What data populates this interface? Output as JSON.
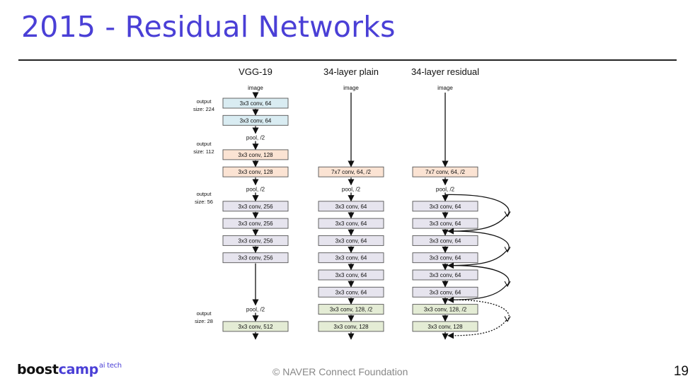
{
  "slide": {
    "title": "2015 - Residual Networks",
    "page_number": "19"
  },
  "footer": {
    "logo_main": "boost",
    "logo_accent": "camp",
    "logo_sup": "ai tech",
    "credit": "© NAVER Connect Foundation"
  },
  "diagram": {
    "colors": {
      "conv64": "#d9ecf2",
      "conv128": "#fbe3d3",
      "conv256": "#e6e4ee",
      "conv512": "#e4ecd5",
      "box_border": "#555555",
      "arrow": "#111111"
    },
    "columns": {
      "vgg": {
        "header": "VGG-19",
        "input": "image",
        "items": [
          {
            "kind": "box",
            "label": "3x3 conv, 64",
            "color": "conv64"
          },
          {
            "kind": "box",
            "label": "3x3 conv, 64",
            "color": "conv64"
          },
          {
            "kind": "text",
            "label": "pool, /2"
          },
          {
            "kind": "box",
            "label": "3x3 conv, 128",
            "color": "conv128"
          },
          {
            "kind": "box",
            "label": "3x3 conv, 128",
            "color": "conv128"
          },
          {
            "kind": "text",
            "label": "pool, /2"
          },
          {
            "kind": "box",
            "label": "3x3 conv, 256",
            "color": "conv256"
          },
          {
            "kind": "box",
            "label": "3x3 conv, 256",
            "color": "conv256"
          },
          {
            "kind": "box",
            "label": "3x3 conv, 256",
            "color": "conv256"
          },
          {
            "kind": "box",
            "label": "3x3 conv, 256",
            "color": "conv256"
          },
          {
            "kind": "text",
            "label": "pool, /2"
          },
          {
            "kind": "box",
            "label": "3x3 conv, 512",
            "color": "conv512"
          }
        ]
      },
      "plain": {
        "header": "34-layer plain",
        "input": "image",
        "items": [
          {
            "kind": "box",
            "label": "7x7 conv, 64, /2",
            "color": "conv128"
          },
          {
            "kind": "text",
            "label": "pool, /2"
          },
          {
            "kind": "box",
            "label": "3x3 conv, 64",
            "color": "conv256"
          },
          {
            "kind": "box",
            "label": "3x3 conv, 64",
            "color": "conv256"
          },
          {
            "kind": "box",
            "label": "3x3 conv, 64",
            "color": "conv256"
          },
          {
            "kind": "box",
            "label": "3x3 conv, 64",
            "color": "conv256"
          },
          {
            "kind": "box",
            "label": "3x3 conv, 64",
            "color": "conv256"
          },
          {
            "kind": "box",
            "label": "3x3 conv, 64",
            "color": "conv256"
          },
          {
            "kind": "box",
            "label": "3x3 conv, 128, /2",
            "color": "conv512"
          },
          {
            "kind": "box",
            "label": "3x3 conv, 128",
            "color": "conv512"
          }
        ]
      },
      "residual": {
        "header": "34-layer residual",
        "input": "image",
        "items": [
          {
            "kind": "box",
            "label": "7x7 conv, 64, /2",
            "color": "conv128"
          },
          {
            "kind": "text",
            "label": "pool, /2"
          },
          {
            "kind": "box",
            "label": "3x3 conv, 64",
            "color": "conv256"
          },
          {
            "kind": "box",
            "label": "3x3 conv, 64",
            "color": "conv256"
          },
          {
            "kind": "box",
            "label": "3x3 conv, 64",
            "color": "conv256"
          },
          {
            "kind": "box",
            "label": "3x3 conv, 64",
            "color": "conv256"
          },
          {
            "kind": "box",
            "label": "3x3 conv, 64",
            "color": "conv256"
          },
          {
            "kind": "box",
            "label": "3x3 conv, 64",
            "color": "conv256"
          },
          {
            "kind": "box",
            "label": "3x3 conv, 128, /2",
            "color": "conv512"
          },
          {
            "kind": "box",
            "label": "3x3 conv, 128",
            "color": "conv512"
          }
        ]
      }
    },
    "output_sizes": [
      {
        "line1": "output",
        "line2": "size: 224"
      },
      {
        "line1": "output",
        "line2": "size: 112"
      },
      {
        "line1": "output",
        "line2": "size: 56"
      },
      {
        "line1": "output",
        "line2": "size: 28"
      }
    ]
  }
}
